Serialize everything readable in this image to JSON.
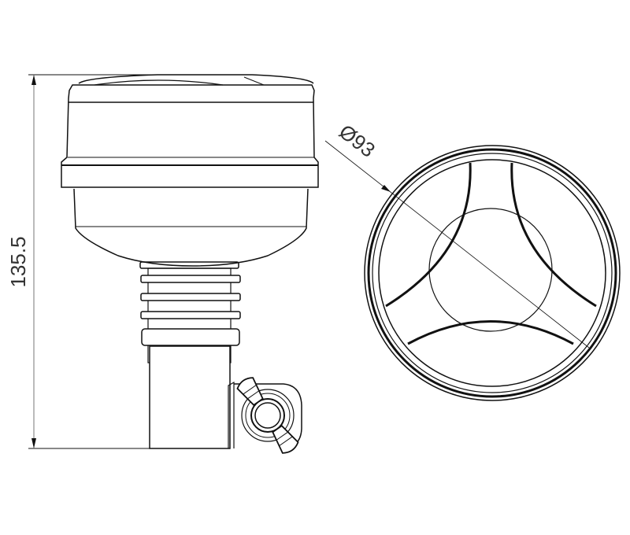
{
  "drawing": {
    "height_dimension": "135.5",
    "diameter_dimension": "Ø93",
    "line_color": "#111111",
    "background_color": "#ffffff",
    "views": [
      "side-view",
      "top-view"
    ]
  }
}
